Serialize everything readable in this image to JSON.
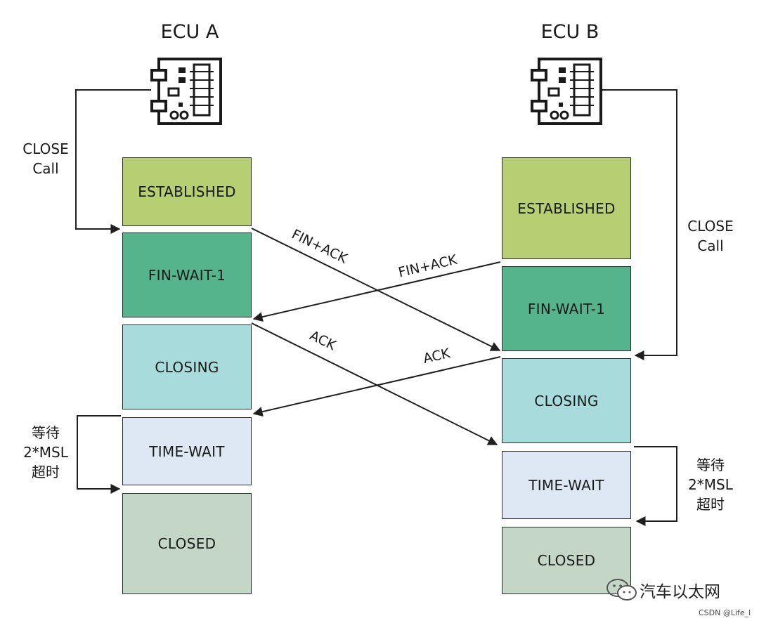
{
  "ecu_a": {
    "title": "ECU A",
    "close_call": "CLOSE\nCall",
    "wait_label": "等待\n2*MSL\n超时",
    "states": [
      "ESTABLISHED",
      "FIN-WAIT-1",
      "CLOSING",
      "TIME-WAIT",
      "CLOSED"
    ]
  },
  "ecu_b": {
    "title": "ECU B",
    "close_call": "CLOSE\nCall",
    "wait_label": "等待\n2*MSL\n超时",
    "states": [
      "ESTABLISHED",
      "FIN-WAIT-1",
      "CLOSING",
      "TIME-WAIT",
      "CLOSED"
    ]
  },
  "messages": {
    "a_to_b_fin": "FIN+ACK",
    "b_to_a_fin": "FIN+ACK",
    "a_to_b_ack": "ACK",
    "b_to_a_ack": "ACK"
  },
  "colors": {
    "established": "#b6cf72",
    "fin_wait_1": "#56b48c",
    "closing": "#a8dcdc",
    "time_wait": "#dde8f4",
    "closed": "#c4d7c6",
    "line": "#1f1f1f"
  },
  "icons": [
    "circuit-board-icon",
    "wechat-icon"
  ],
  "watermark": "汽车以太网",
  "source_tag": "CSDN @Life_l"
}
